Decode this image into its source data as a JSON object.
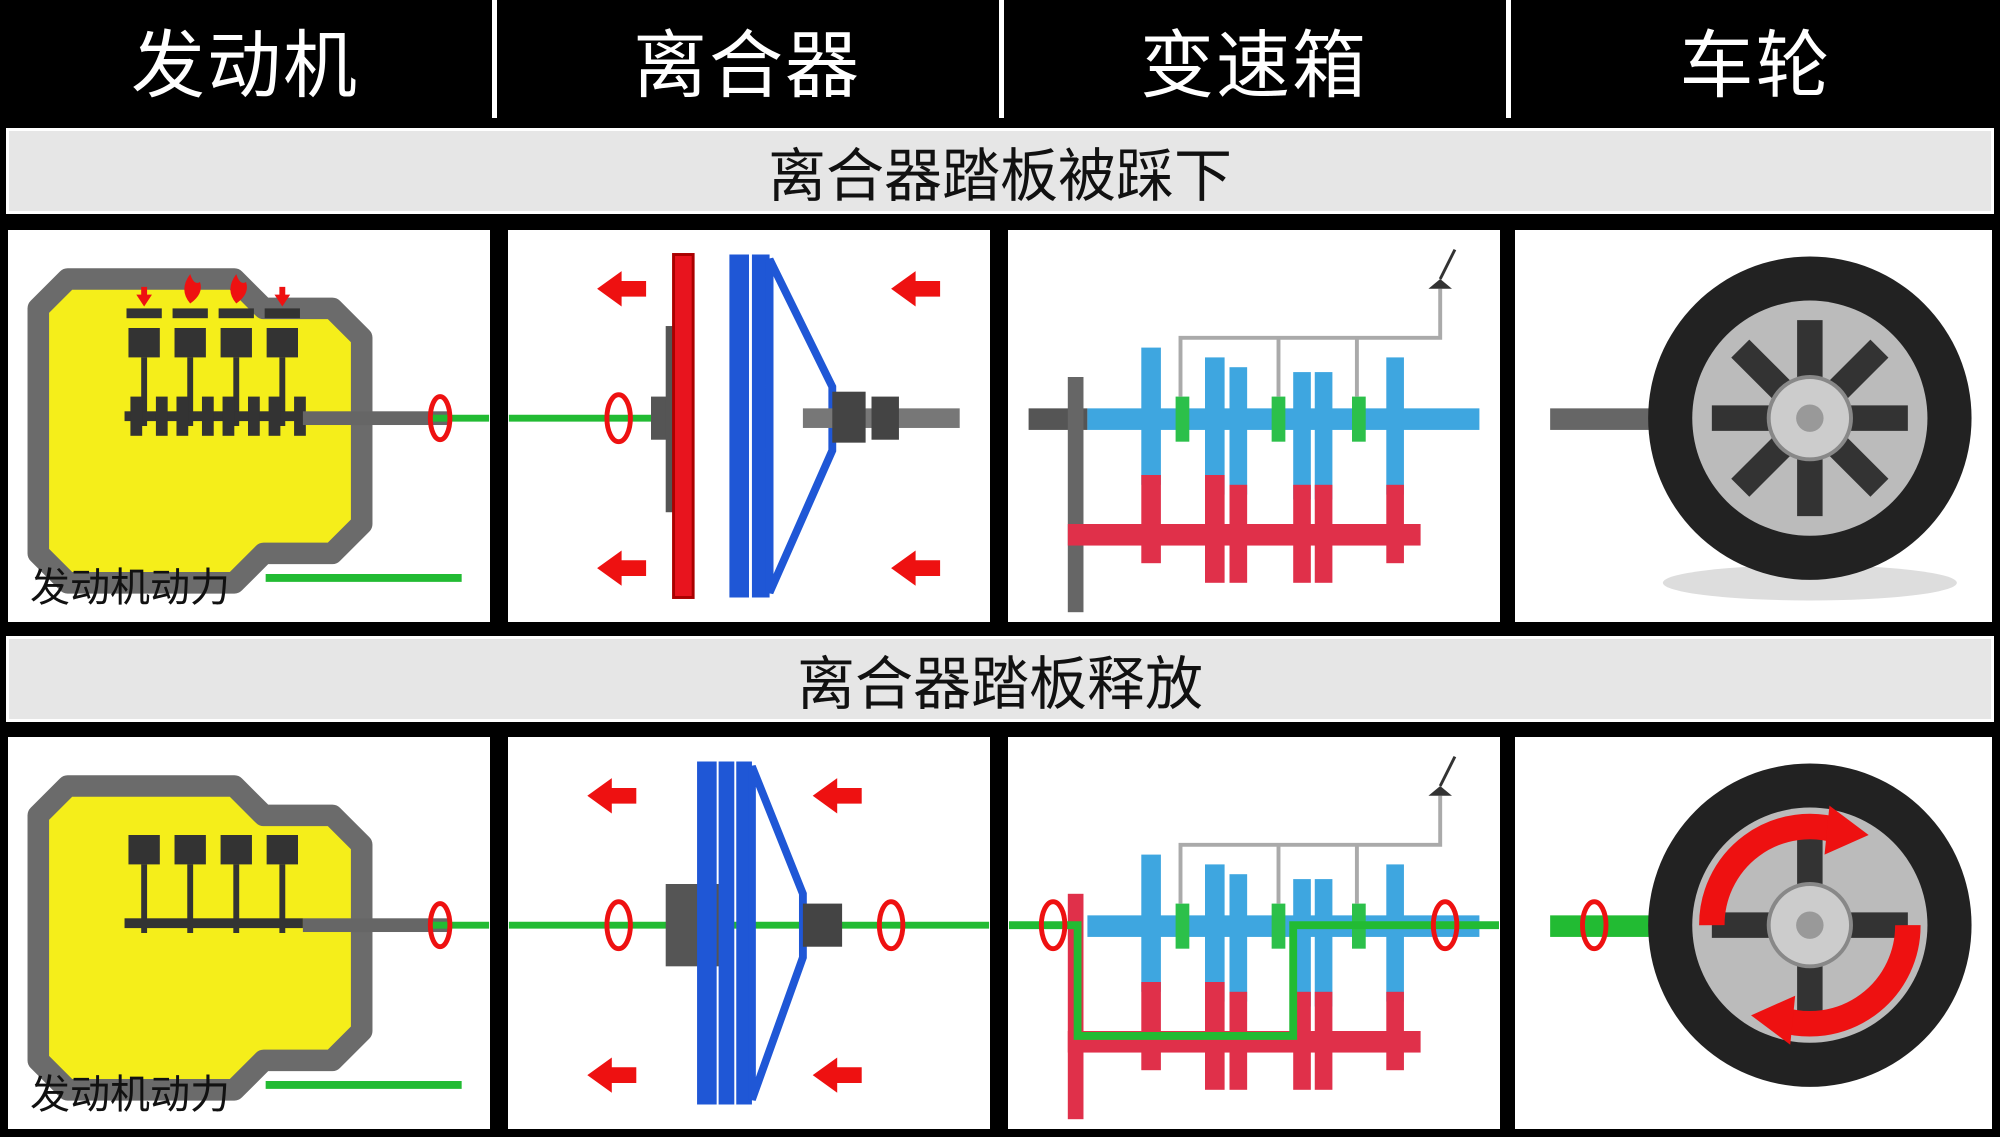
{
  "headers": [
    "发动机",
    "离合器",
    "变速箱",
    "车轮"
  ],
  "rows": [
    {
      "title": "离合器踏板被踩下",
      "engine_label": "发动机动力",
      "power_path": "engine-only"
    },
    {
      "title": "离合器踏板释放",
      "engine_label": "发动机动力",
      "power_path": "engine-to-wheel"
    }
  ],
  "colors": {
    "power_line": "#22bb33",
    "engine_body": "#f5ee1a",
    "engine_shell": "#6b6b6b",
    "arrow_red": "#ee1111",
    "clutch_plate_red": "#e8141e",
    "clutch_plate_blue": "#1f57d6",
    "gear_blue": "#3ea6e0",
    "gear_red": "#e0304a",
    "synchro_green": "#2cc04a"
  }
}
